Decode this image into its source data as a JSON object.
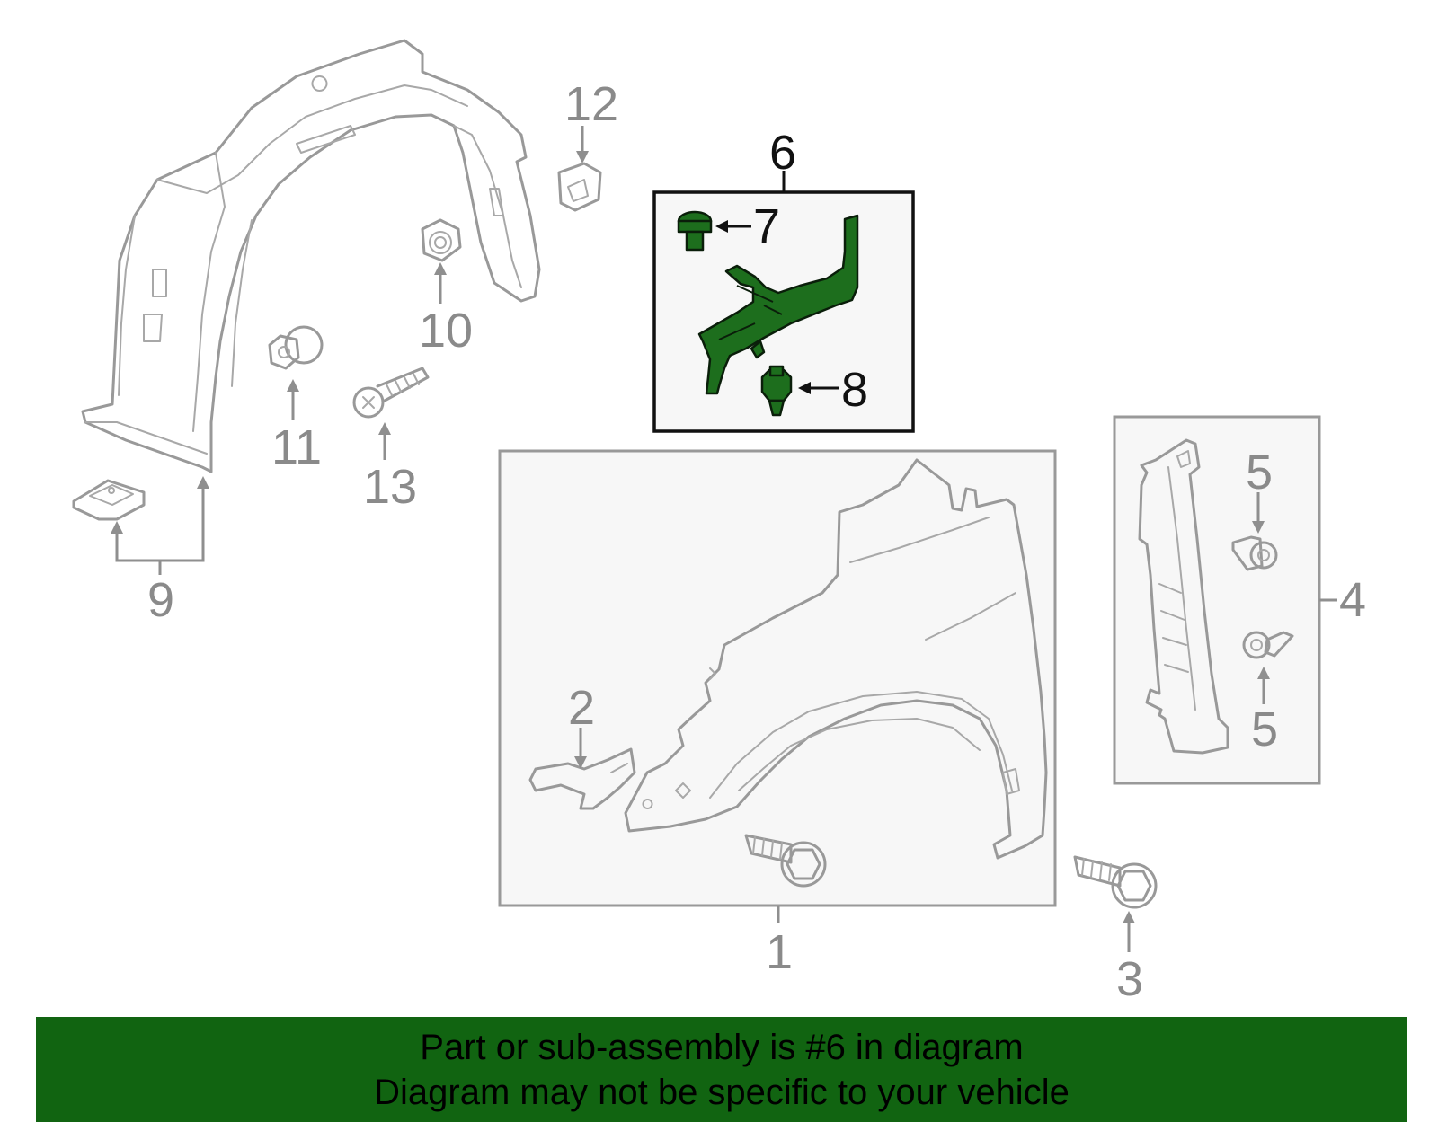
{
  "callouts": {
    "c1": "1",
    "c2": "2",
    "c3": "3",
    "c4": "4",
    "c5a": "5",
    "c5b": "5",
    "c6": "6",
    "c7": "7",
    "c8": "8",
    "c9": "9",
    "c10": "10",
    "c11": "11",
    "c12": "12",
    "c13": "13"
  },
  "banner": {
    "line1": "Part or sub-assembly is #6 in diagram",
    "line2": "Diagram may not be specific to your vehicle"
  },
  "colors": {
    "highlight": "#1d6e1d",
    "banner": "#116411",
    "part_outline": "#999999"
  }
}
